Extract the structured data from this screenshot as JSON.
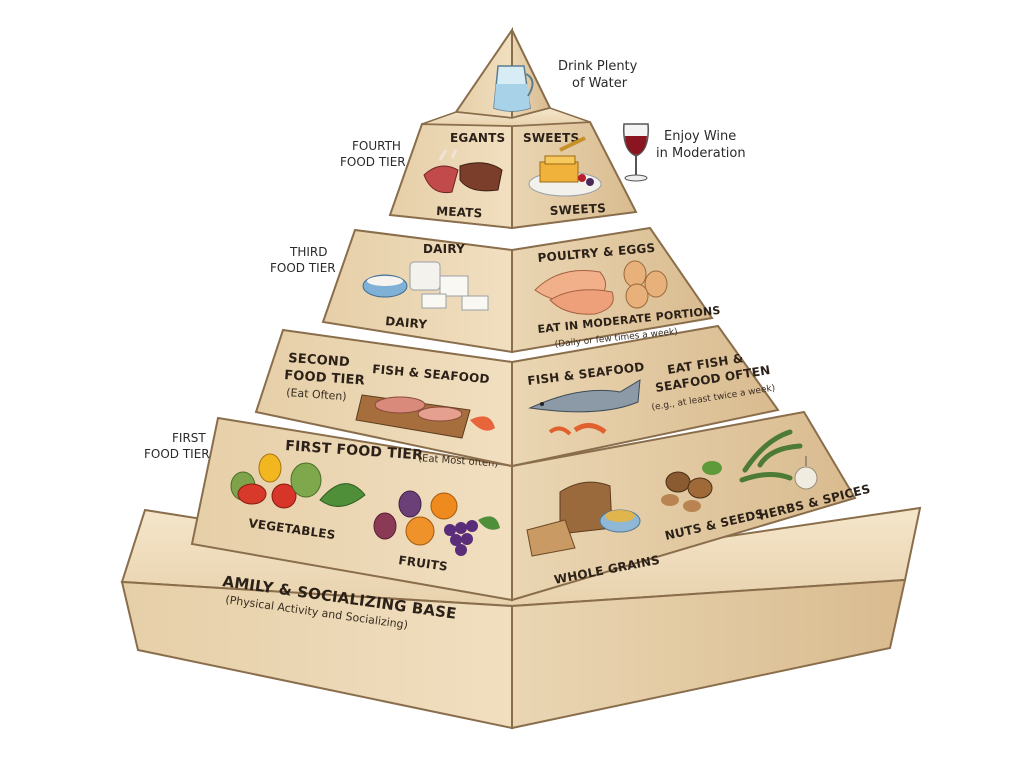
{
  "notes": {
    "water": [
      "Drink Plenty",
      "of Water"
    ],
    "wine": [
      "Enjoy Wine",
      "in Moderation"
    ]
  },
  "side_labels": {
    "fourth": [
      "FOURTH",
      "FOOD TIER"
    ],
    "third": [
      "THIRD",
      "FOOD TIER"
    ],
    "second": [
      "SECOND",
      "FOOD TIER"
    ],
    "second_sub": "(Eat Often)",
    "first": [
      "FIRST",
      "FOOD TIER"
    ]
  },
  "tier4": {
    "left_top": "EGANTS",
    "left_bottom": "MEATS",
    "right_top": "SWEETS",
    "right_bottom": "SWEETS"
  },
  "tier3": {
    "left_top": "DAIRY",
    "left_bottom": "DAIRY",
    "right_top": "POULTRY & EGGS",
    "right_note": "EAT IN MODERATE PORTIONS",
    "right_note_sub": "(Daily or few times a week)"
  },
  "tier2": {
    "left_top": "FISH & SEAFOOD",
    "right_top": "FISH & SEAFOOD",
    "right_note": [
      "EAT FISH &",
      "SEAFOOD OFTEN"
    ],
    "right_note_sub": "(e.g., at least twice a week)"
  },
  "tier1": {
    "title": "FIRST FOOD TIER",
    "title_sub": "(Eat Most often)",
    "vegetables": "VEGETABLES",
    "fruits": "FRUITS",
    "grains": "WHOLE GRAINS",
    "nuts": "NUTS & SEEDS",
    "herbs": "HERBS & SPICES"
  },
  "base": {
    "title": "AMILY & SOCIALIZING BASE",
    "sub": "(Physical Activity and Socializing)"
  },
  "colors": {
    "stone_light": "#efdcbc",
    "stone_mid": "#e2c79d",
    "stone_dark": "#cdaa7a",
    "outline": "#8a6e4c"
  }
}
